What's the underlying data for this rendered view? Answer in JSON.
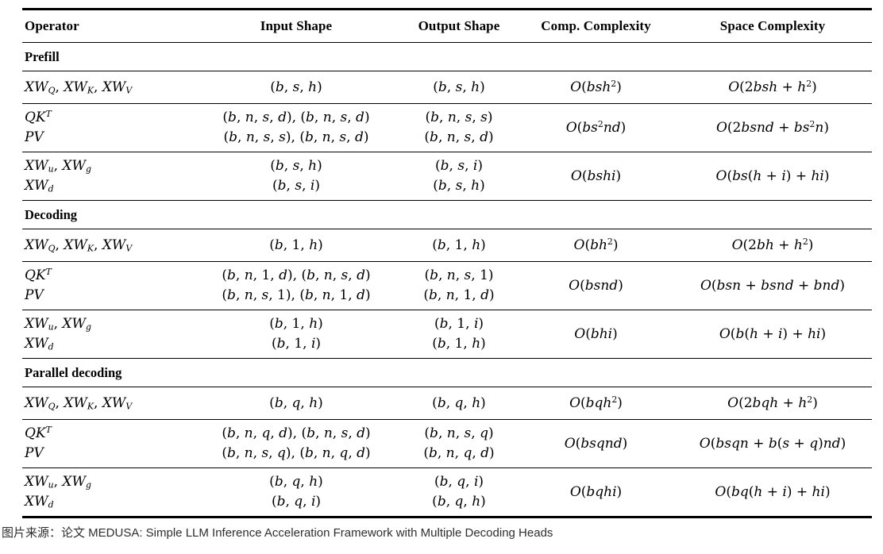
{
  "table": {
    "headers": [
      "Operator",
      "Input Shape",
      "Output Shape",
      "Comp. Complexity",
      "Space Complexity"
    ],
    "sections": [
      {
        "title": "Prefill",
        "rows": [
          {
            "operator": [
              "XW_Q, XW_K, XW_V"
            ],
            "input": [
              "(b, s, h)"
            ],
            "output": [
              "(b, s, h)"
            ],
            "comp": [
              "O(bsh^2)"
            ],
            "space": [
              "O(2bsh + h^2)"
            ]
          },
          {
            "operator": [
              "QK^T",
              "PV"
            ],
            "input": [
              "(b, n, s, d), (b, n, s, d)",
              "(b, n, s, s), (b, n, s, d)"
            ],
            "output": [
              "(b, n, s, s)",
              "(b, n, s, d)"
            ],
            "comp": [
              "O(bs^2nd)"
            ],
            "space": [
              "O(2bsnd + bs^2n)"
            ]
          },
          {
            "operator": [
              "XW_u, XW_g",
              "XW_d"
            ],
            "input": [
              "(b, s, h)",
              "(b, s, i)"
            ],
            "output": [
              "(b, s, i)",
              "(b, s, h)"
            ],
            "comp": [
              "O(bshi)"
            ],
            "space": [
              "O(bs(h + i) + hi)"
            ]
          }
        ]
      },
      {
        "title": "Decoding",
        "rows": [
          {
            "operator": [
              "XW_Q, XW_K, XW_V"
            ],
            "input": [
              "(b, 1, h)"
            ],
            "output": [
              "(b, 1, h)"
            ],
            "comp": [
              "O(bh^2)"
            ],
            "space": [
              "O(2bh + h^2)"
            ]
          },
          {
            "operator": [
              "QK^T",
              "PV"
            ],
            "input": [
              "(b, n, 1, d), (b, n, s, d)",
              "(b, n, s, 1), (b, n, 1, d)"
            ],
            "output": [
              "(b, n, s, 1)",
              "(b, n, 1, d)"
            ],
            "comp": [
              "O(bsnd)"
            ],
            "space": [
              "O(bsn + bsnd + bnd)"
            ]
          },
          {
            "operator": [
              "XW_u, XW_g",
              "XW_d"
            ],
            "input": [
              "(b, 1, h)",
              "(b, 1, i)"
            ],
            "output": [
              "(b, 1, i)",
              "(b, 1, h)"
            ],
            "comp": [
              "O(bhi)"
            ],
            "space": [
              "O(b(h + i) + hi)"
            ]
          }
        ]
      },
      {
        "title": "Parallel decoding",
        "rows": [
          {
            "operator": [
              "XW_Q, XW_K, XW_V"
            ],
            "input": [
              "(b, q, h)"
            ],
            "output": [
              "(b, q, h)"
            ],
            "comp": [
              "O(bqh^2)"
            ],
            "space": [
              "O(2bqh + h^2)"
            ]
          },
          {
            "operator": [
              "QK^T",
              "PV"
            ],
            "input": [
              "(b, n, q, d), (b, n, s, d)",
              "(b, n, s, q), (b, n, q, d)"
            ],
            "output": [
              "(b, n, s, q)",
              "(b, n, q, d)"
            ],
            "comp": [
              "O(bsqnd)"
            ],
            "space": [
              "O(bsqn + b(s + q)nd)"
            ]
          },
          {
            "operator": [
              "XW_u, XW_g",
              "XW_d"
            ],
            "input": [
              "(b, q, h)",
              "(b, q, i)"
            ],
            "output": [
              "(b, q, i)",
              "(b, q, h)"
            ],
            "comp": [
              "O(bqhi)"
            ],
            "space": [
              "O(bq(h + i) + hi)"
            ]
          }
        ]
      }
    ]
  },
  "caption": "图片来源：论文 MEDUSA: Simple LLM Inference Acceleration Framework with Multiple Decoding Heads",
  "colors": {
    "background": "#ffffff",
    "text": "#000000",
    "rule": "#000000",
    "caption_text": "#2e2e2e"
  }
}
